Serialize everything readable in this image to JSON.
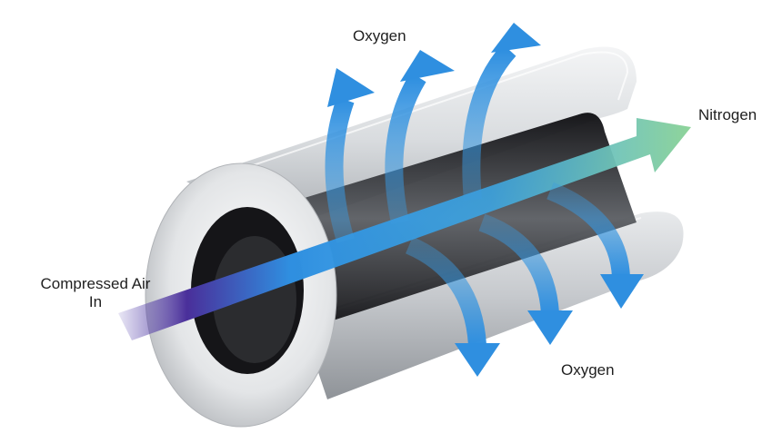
{
  "labels": {
    "oxygen_top": "Oxygen",
    "nitrogen": "Nitrogen",
    "oxygen_bottom": "Oxygen",
    "air_line1": "Compressed Air",
    "air_line2": "In"
  },
  "colors": {
    "oxygen_arrow": "#3b9be0",
    "nitrogen_arrow": "#8fd49a",
    "air_inlet": "#5b3fa0",
    "tube_outer": "#c9ccd0",
    "tube_inner": "#2a2a2e"
  }
}
